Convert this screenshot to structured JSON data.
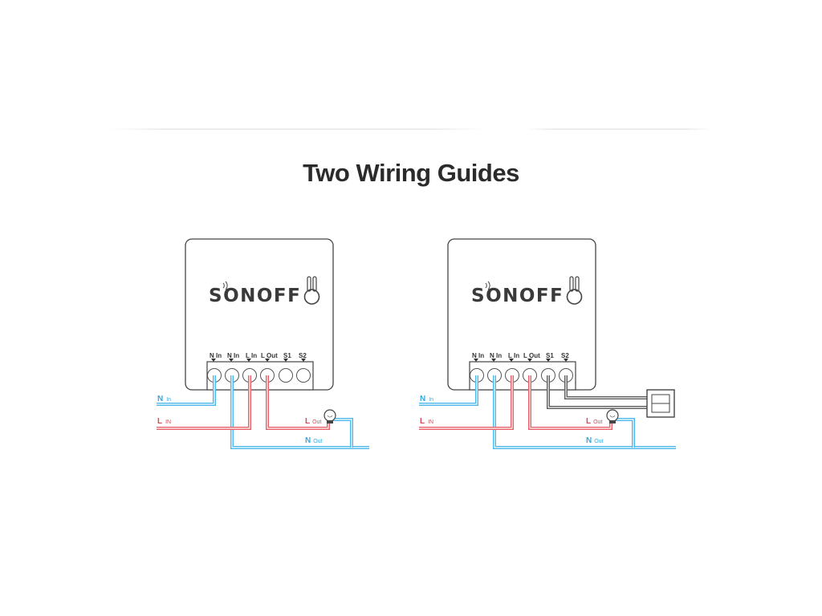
{
  "title": "Two Wiring Guides",
  "colors": {
    "neutral_wire": "#4db8ea",
    "live_wire": "#e6606a",
    "switch_wire": "#5c5c5c",
    "device_outline": "#444444",
    "title_text": "#2b2b2b"
  },
  "diagrams": [
    {
      "brand": "SONOFF",
      "terminals": [
        {
          "main": "N",
          "sub": "In"
        },
        {
          "main": "N",
          "sub": "In"
        },
        {
          "main": "L",
          "sub": "In"
        },
        {
          "main": "L",
          "sub": "Out"
        },
        {
          "main": "S1",
          "sub": ""
        },
        {
          "main": "S2",
          "sub": ""
        }
      ],
      "wires": {
        "n_in": {
          "main": "N",
          "sub": "In"
        },
        "l_in": {
          "main": "L",
          "sub": "IN"
        },
        "l_out": {
          "main": "L",
          "sub": "Out"
        },
        "n_out": {
          "main": "N",
          "sub": "Out"
        }
      },
      "has_switch": false
    },
    {
      "brand": "SONOFF",
      "terminals": [
        {
          "main": "N",
          "sub": "In"
        },
        {
          "main": "N",
          "sub": "In"
        },
        {
          "main": "L",
          "sub": "In"
        },
        {
          "main": "L",
          "sub": "Out"
        },
        {
          "main": "S1",
          "sub": ""
        },
        {
          "main": "S2",
          "sub": ""
        }
      ],
      "wires": {
        "n_in": {
          "main": "N",
          "sub": "In"
        },
        "l_in": {
          "main": "L",
          "sub": "IN"
        },
        "l_out": {
          "main": "L",
          "sub": "Out"
        },
        "n_out": {
          "main": "N",
          "sub": "Out"
        }
      },
      "has_switch": true
    }
  ]
}
